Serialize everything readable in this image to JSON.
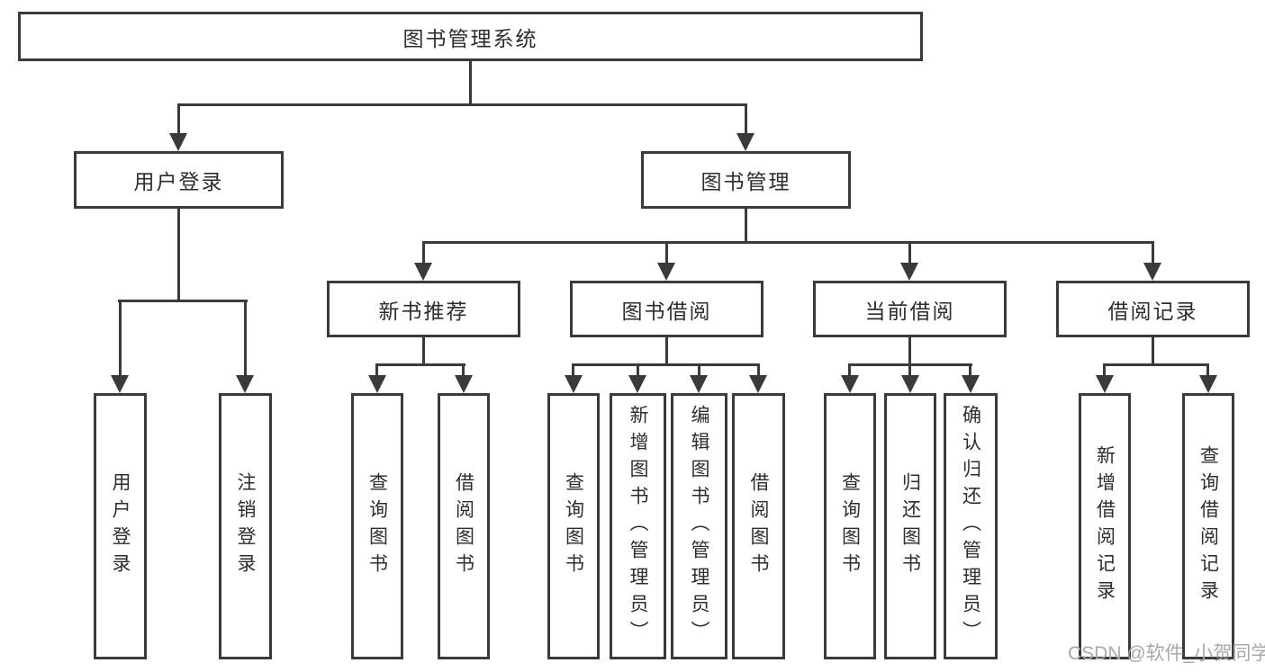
{
  "root": {
    "label": "图书管理系统"
  },
  "level2": [
    {
      "label": "用户登录"
    },
    {
      "label": "图书管理"
    }
  ],
  "level3": [
    {
      "label": "新书推荐"
    },
    {
      "label": "图书借阅"
    },
    {
      "label": "当前借阅"
    },
    {
      "label": "借阅记录"
    }
  ],
  "leaves": [
    {
      "label": "用户登录"
    },
    {
      "label": "注销登录"
    },
    {
      "label": "查询图书"
    },
    {
      "label": "借阅图书"
    },
    {
      "label": "查询图书"
    },
    {
      "label": "新增图书（管理员）"
    },
    {
      "label": "编辑图书（管理员）"
    },
    {
      "label": "借阅图书"
    },
    {
      "label": "查询图书"
    },
    {
      "label": "归还图书"
    },
    {
      "label": "确认归还（管理员）"
    },
    {
      "label": "新增借阅记录"
    },
    {
      "label": "查询借阅记录"
    }
  ],
  "watermark": "CSDN @软件_小贺同学",
  "colors": {
    "line": "#3a3a3a",
    "text": "#2d2d2d",
    "watermark": "#a8a8a8",
    "background": "#ffffff"
  }
}
